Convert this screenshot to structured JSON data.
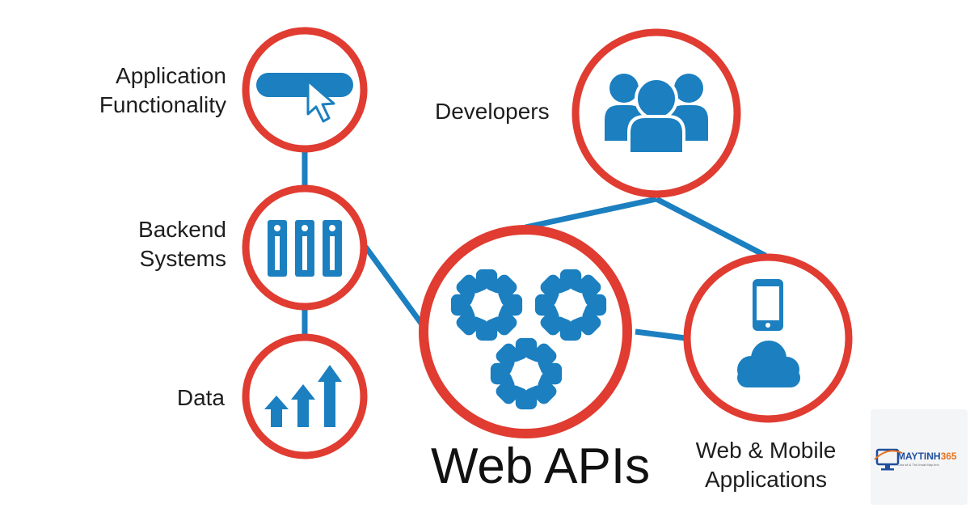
{
  "colors": {
    "ring": "#e03c31",
    "icon": "#1b7fc0",
    "edge": "#1b7fc0"
  },
  "nodes": {
    "application_functionality": {
      "label": "Application\nFunctionality",
      "icon": "cursor-button-icon"
    },
    "backend_systems": {
      "label": "Backend\nSystems",
      "icon": "server-racks-icon"
    },
    "data": {
      "label": "Data",
      "icon": "rising-arrows-icon"
    },
    "developers": {
      "label": "Developers",
      "icon": "users-group-icon"
    },
    "web_apis": {
      "label": "Web APIs",
      "icon": "gears-icon"
    },
    "web_mobile_applications": {
      "label": "Web & Mobile\nApplications",
      "icon": "phone-cloud-icon"
    }
  },
  "edges": [
    [
      "application_functionality",
      "backend_systems"
    ],
    [
      "backend_systems",
      "data"
    ],
    [
      "backend_systems",
      "web_apis"
    ],
    [
      "developers",
      "web_apis"
    ],
    [
      "developers",
      "web_mobile_applications"
    ],
    [
      "web_apis",
      "web_mobile_applications"
    ]
  ],
  "watermark": {
    "brand": "MAYTINH",
    "brand_number": "365",
    "tagline": "Chia sẻ & Thủ thuật Máy tính"
  }
}
